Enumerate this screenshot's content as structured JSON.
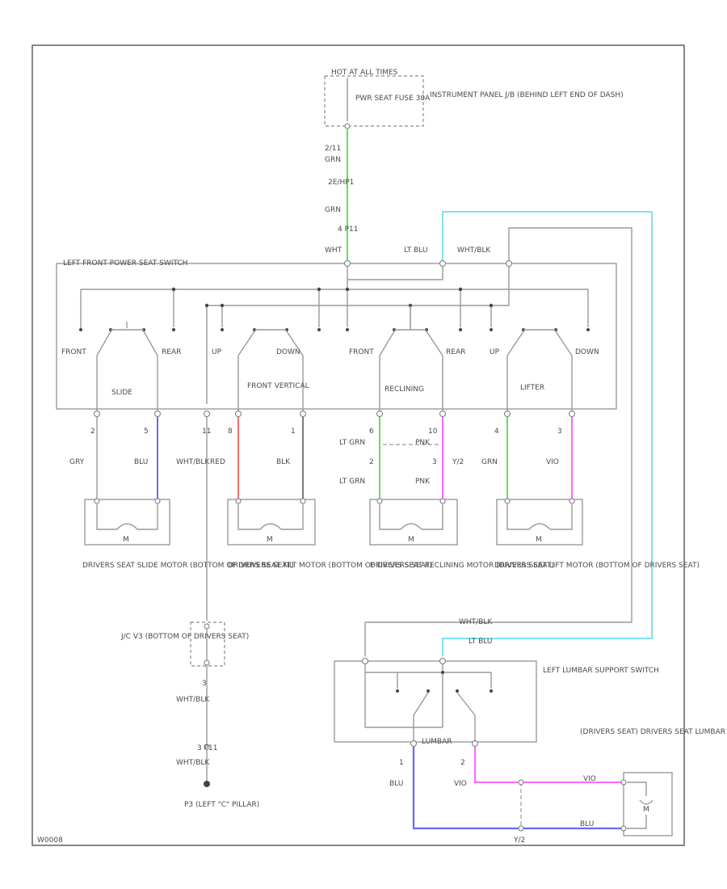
{
  "colors": {
    "green": "#5be35b",
    "light_blue": "#7ee3ee",
    "blue": "#6868ff",
    "red": "#ff6b6b",
    "pink": "#ff66ff",
    "black": "#7a7a7a",
    "gray": "#9a9a9a"
  },
  "fuse": {
    "hot_at_all_times": "HOT AT ALL TIMES",
    "fuse_name": "PWR SEAT FUSE 30A",
    "location": "INSTRUMENT PANEL J/B (BEHIND LEFT END OF DASH)"
  },
  "power_feed": {
    "pin_top": "2/11",
    "color_top": "GRN",
    "connector": "2E/HP1",
    "color_bottom": "GRN",
    "pin_bottom": "4 P11"
  },
  "main_switch": {
    "title": "LEFT FRONT POWER SEAT SWITCH",
    "input_labels": [
      "WHT",
      "LT BLU",
      "WHT/BLK"
    ],
    "sections": [
      {
        "name": "SLIDE",
        "left_dir": "FRONT",
        "right_dir": "REAR"
      },
      {
        "name": "FRONT VERTICAL",
        "left_dir": "UP",
        "right_dir": "DOWN"
      },
      {
        "name": "RECLINING",
        "left_dir": "FRONT",
        "right_dir": "REAR"
      },
      {
        "name": "LIFTER",
        "left_dir": "UP",
        "right_dir": "DOWN"
      }
    ]
  },
  "wires": {
    "slide": [
      {
        "pin": "2",
        "color": "GRY"
      },
      {
        "pin": "5",
        "color": "BLU"
      }
    ],
    "ground_wire": {
      "pin": "11",
      "color": "WHT/BLK"
    },
    "tilt": [
      {
        "pin": "8",
        "color": "RED"
      },
      {
        "pin": "1",
        "color": "BLK"
      }
    ],
    "reclining": [
      {
        "pin_top": "6",
        "color_top": "LT GRN",
        "pin_bottom": "2",
        "color_bottom": "LT GRN"
      },
      {
        "pin_top": "10",
        "color_top": "PNK",
        "pin_bottom": "3",
        "color_bottom": "PNK",
        "connector": "Y/2"
      }
    ],
    "lifter": [
      {
        "pin": "4",
        "color": "GRN"
      },
      {
        "pin": "3",
        "color": "VIO"
      }
    ]
  },
  "motors": [
    "DRIVERS SEAT SLIDE MOTOR (BOTTOM OF DRIVERS SEAT)",
    "DRIVERS SEAT TILT MOTOR (BOTTOM OF DRIVERS SEAT)",
    "DRIVERS SEAT RECLINING MOTOR (DRIVERS SEAT)",
    "DRIVERS SEAT LIFT MOTOR (BOTTOM OF DRIVERS SEAT)"
  ],
  "motor_symbol": "M",
  "ground": {
    "junction": "J/C V3 (BOTTOM OF DRIVERS SEAT)",
    "pin": "3",
    "color_1": "WHT/BLK",
    "connector": "3 P11",
    "color_2": "WHT/BLK",
    "ground_point": "P3 (LEFT \"C\" PILLAR)"
  },
  "lumbar_switch": {
    "top_labels": [
      "WHT/BLK",
      "LT BLU"
    ],
    "title": "LEFT LUMBAR SUPPORT SWITCH",
    "center_label": "LUMBAR",
    "out_pins": [
      "1",
      "2"
    ],
    "out_colors": [
      "BLU",
      "VIO"
    ]
  },
  "lumbar_motor": {
    "title": "(DRIVERS SEAT) DRIVERS SEAT LUMBAR SUPPORT MOTOR",
    "wire_colors": [
      "VIO",
      "BLU"
    ],
    "connector": "Y/2"
  },
  "footer": {
    "code": "W0008",
    "connector": "Y/2"
  }
}
